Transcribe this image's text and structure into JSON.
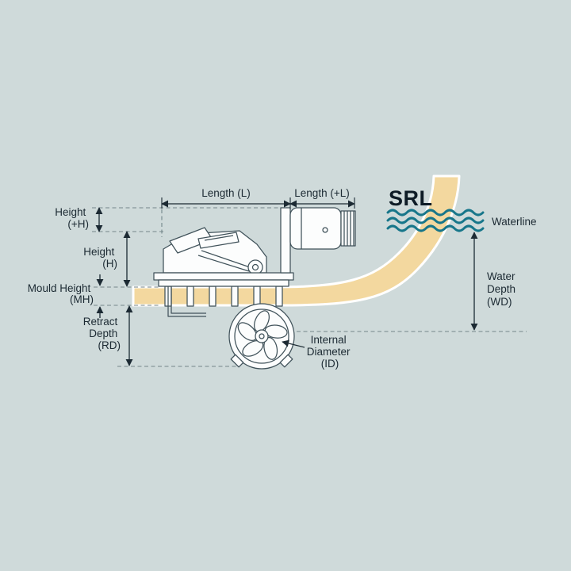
{
  "diagram": {
    "logo": "SRL",
    "labels": {
      "length_l": "Length (L)",
      "length_plus_l": "Length (+L)",
      "height_plus_h": [
        "Height",
        "(+H)"
      ],
      "height_h": [
        "Height",
        "(H)"
      ],
      "mould_height": [
        "Mould Height",
        "(MH)"
      ],
      "retract_depth": [
        "Retract",
        "Depth",
        "(RD)"
      ],
      "internal_diameter": [
        "Internal",
        "Diameter",
        "(ID)"
      ],
      "water_depth": [
        "Water",
        "Depth",
        "(WD)"
      ],
      "waterline": "Waterline"
    },
    "colors": {
      "background": "#cfdada",
      "hull_fill": "#f3d89f",
      "hull_outline": "#ffffff",
      "line_art": "#40525a",
      "dimension": "#1c2a33",
      "waterline_waves": "#17768a",
      "text": "#1c2a33"
    }
  }
}
